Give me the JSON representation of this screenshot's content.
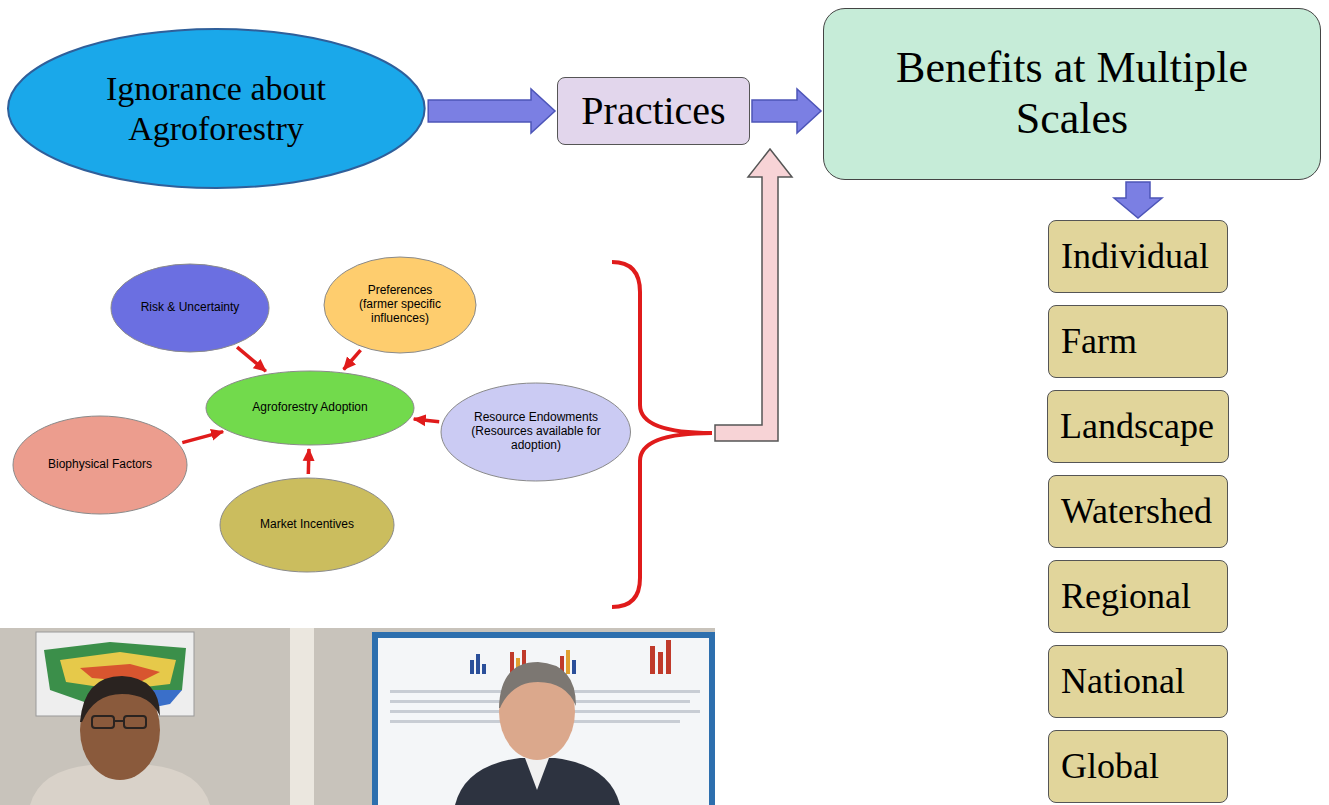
{
  "diagram": {
    "nodes": [
      {
        "text": [
          "Ignorance about Agroforestry"
        ]
      },
      {
        "text": [
          "Practices"
        ]
      },
      {
        "text": [
          "Benefits at Multiple Scales"
        ]
      },
      {
        "text": [
          "Individual"
        ]
      },
      {
        "text": [
          "Farm"
        ]
      },
      {
        "text": [
          "Landscape"
        ]
      },
      {
        "text": [
          "Watershed"
        ]
      },
      {
        "text": [
          "Regional"
        ]
      },
      {
        "text": [
          "National"
        ]
      },
      {
        "text": [
          "Global"
        ]
      },
      {
        "text": [
          "Risk & Uncertainty"
        ]
      },
      {
        "text": [
          "Preferences",
          "(farmer specific influences)"
        ]
      },
      {
        "text": [
          "Agroforestry Adoption"
        ]
      },
      {
        "text": [
          "Resource Endowments",
          "(Resources available for adoption)"
        ]
      },
      {
        "text": [
          "Biophysical Factors"
        ]
      },
      {
        "text": [
          "Market Incentives"
        ]
      }
    ],
    "edges": [
      {
        "from": 0,
        "to": 1,
        "arrow": "to"
      },
      {
        "from": 1,
        "to": 2,
        "arrow": "to"
      },
      {
        "from": 2,
        "to": 3,
        "arrow": "to"
      },
      {
        "from": 10,
        "to": 12,
        "arrow": "to"
      },
      {
        "from": 11,
        "to": 12,
        "arrow": "to"
      },
      {
        "from": 13,
        "to": 12,
        "arrow": "to"
      },
      {
        "from": 14,
        "to": 12,
        "arrow": "to"
      },
      {
        "from": 15,
        "to": 12,
        "arrow": "to"
      }
    ]
  }
}
